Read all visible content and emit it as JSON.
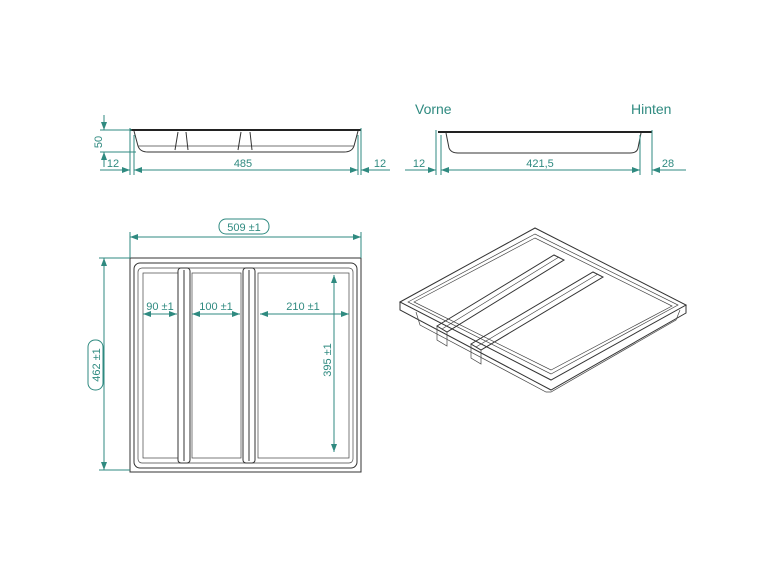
{
  "colors": {
    "dimension": "#2f8a80",
    "outline": "#333333"
  },
  "side_view_left": {
    "height": "50",
    "left_rim": "12",
    "length": "485",
    "right_rim": "12"
  },
  "side_view_right": {
    "front_label": "Vorne",
    "back_label": "Hinten",
    "left_rim": "12",
    "length": "421,5",
    "right_rim": "28"
  },
  "plan_view": {
    "width": "509 ±1",
    "depth": "462 ±1",
    "compartment_1": "90 ±1",
    "compartment_2": "100 ±1",
    "compartment_3": "210 ±1",
    "inner_length": "395 ±1"
  }
}
